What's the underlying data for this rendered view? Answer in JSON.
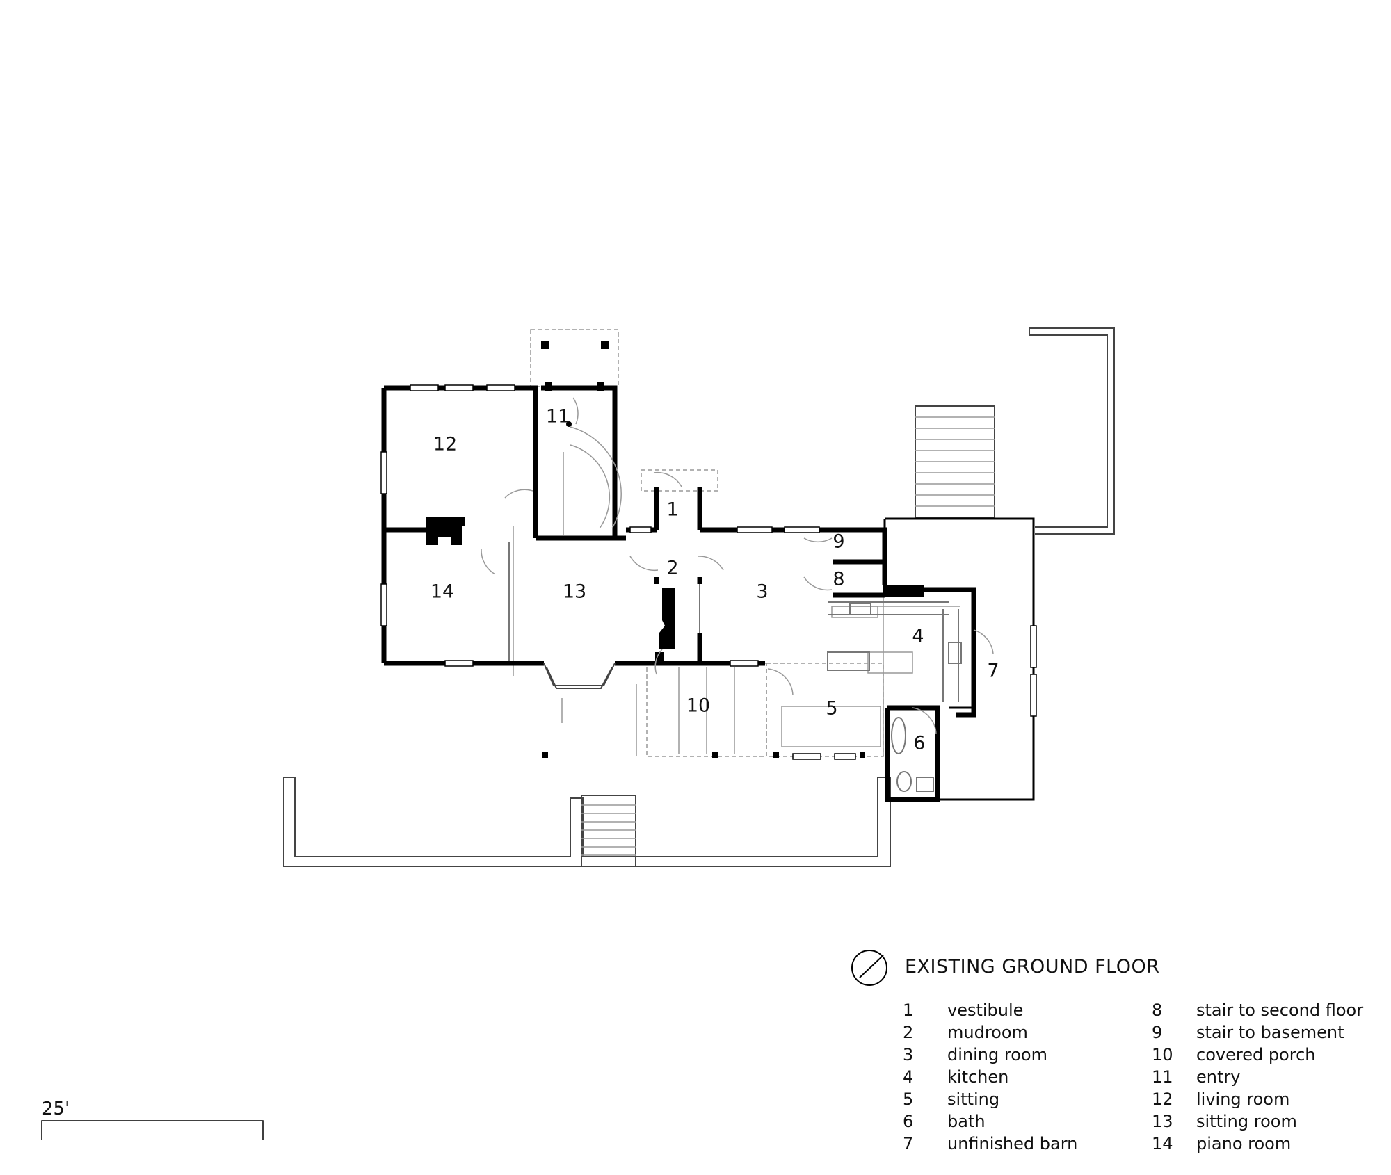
{
  "title": "EXISTING GROUND FLOOR",
  "scale_label": "25'",
  "rooms": [
    {
      "num": "1",
      "name": "vestibule"
    },
    {
      "num": "2",
      "name": "mudroom"
    },
    {
      "num": "3",
      "name": "dining room"
    },
    {
      "num": "4",
      "name": "kitchen"
    },
    {
      "num": "5",
      "name": "sitting"
    },
    {
      "num": "6",
      "name": "bath"
    },
    {
      "num": "7",
      "name": "unfinished barn"
    },
    {
      "num": "8",
      "name": "stair to second floor"
    },
    {
      "num": "9",
      "name": "stair to basement"
    },
    {
      "num": "10",
      "name": "covered porch"
    },
    {
      "num": "11",
      "name": "entry"
    },
    {
      "num": "12",
      "name": "living room"
    },
    {
      "num": "13",
      "name": "sitting room"
    },
    {
      "num": "14",
      "name": "piano room"
    }
  ],
  "colors": {
    "wall": "#000000",
    "line": "#444444",
    "light": "#aaaaaa"
  }
}
